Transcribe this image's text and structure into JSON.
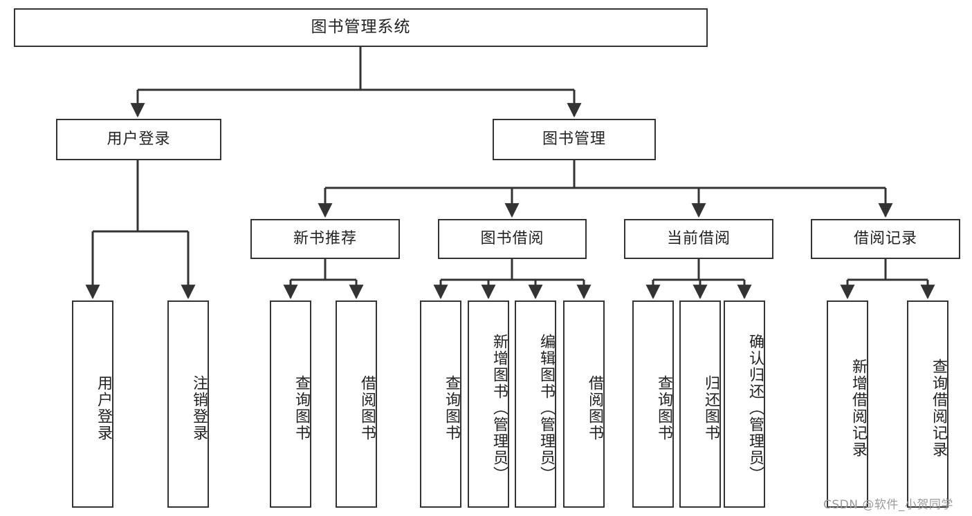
{
  "diagram": {
    "type": "hierarchy-tree",
    "title": "图书管理系统",
    "watermark": "CSDN @软件_小贺同学",
    "colors": {
      "stroke": "#333333",
      "fill": "#ffffff",
      "text": "#222222",
      "watermark": "#9a9a9a"
    },
    "levels": {
      "root": {
        "label": "图书管理系统"
      },
      "level1": [
        {
          "label": "用户登录"
        },
        {
          "label": "图书管理"
        }
      ],
      "level2": [
        {
          "label": "新书推荐"
        },
        {
          "label": "图书借阅"
        },
        {
          "label": "当前借阅"
        },
        {
          "label": "借阅记录"
        }
      ],
      "leaves": {
        "user_login": [
          {
            "label": "用户登录"
          },
          {
            "label": "注销登录"
          }
        ],
        "new_book": [
          {
            "label": "查询图书"
          },
          {
            "label": "借阅图书"
          }
        ],
        "book_borrow": [
          {
            "label": "查询图书"
          },
          {
            "label": "新增图书（管理员）"
          },
          {
            "label": "编辑图书（管理员）"
          },
          {
            "label": "借阅图书"
          }
        ],
        "current_borrow": [
          {
            "label": "查询图书"
          },
          {
            "label": "归还图书"
          },
          {
            "label": "确认归还（管理员）"
          }
        ],
        "borrow_record": [
          {
            "label": "新增借阅记录"
          },
          {
            "label": "查询借阅记录"
          }
        ]
      }
    }
  }
}
